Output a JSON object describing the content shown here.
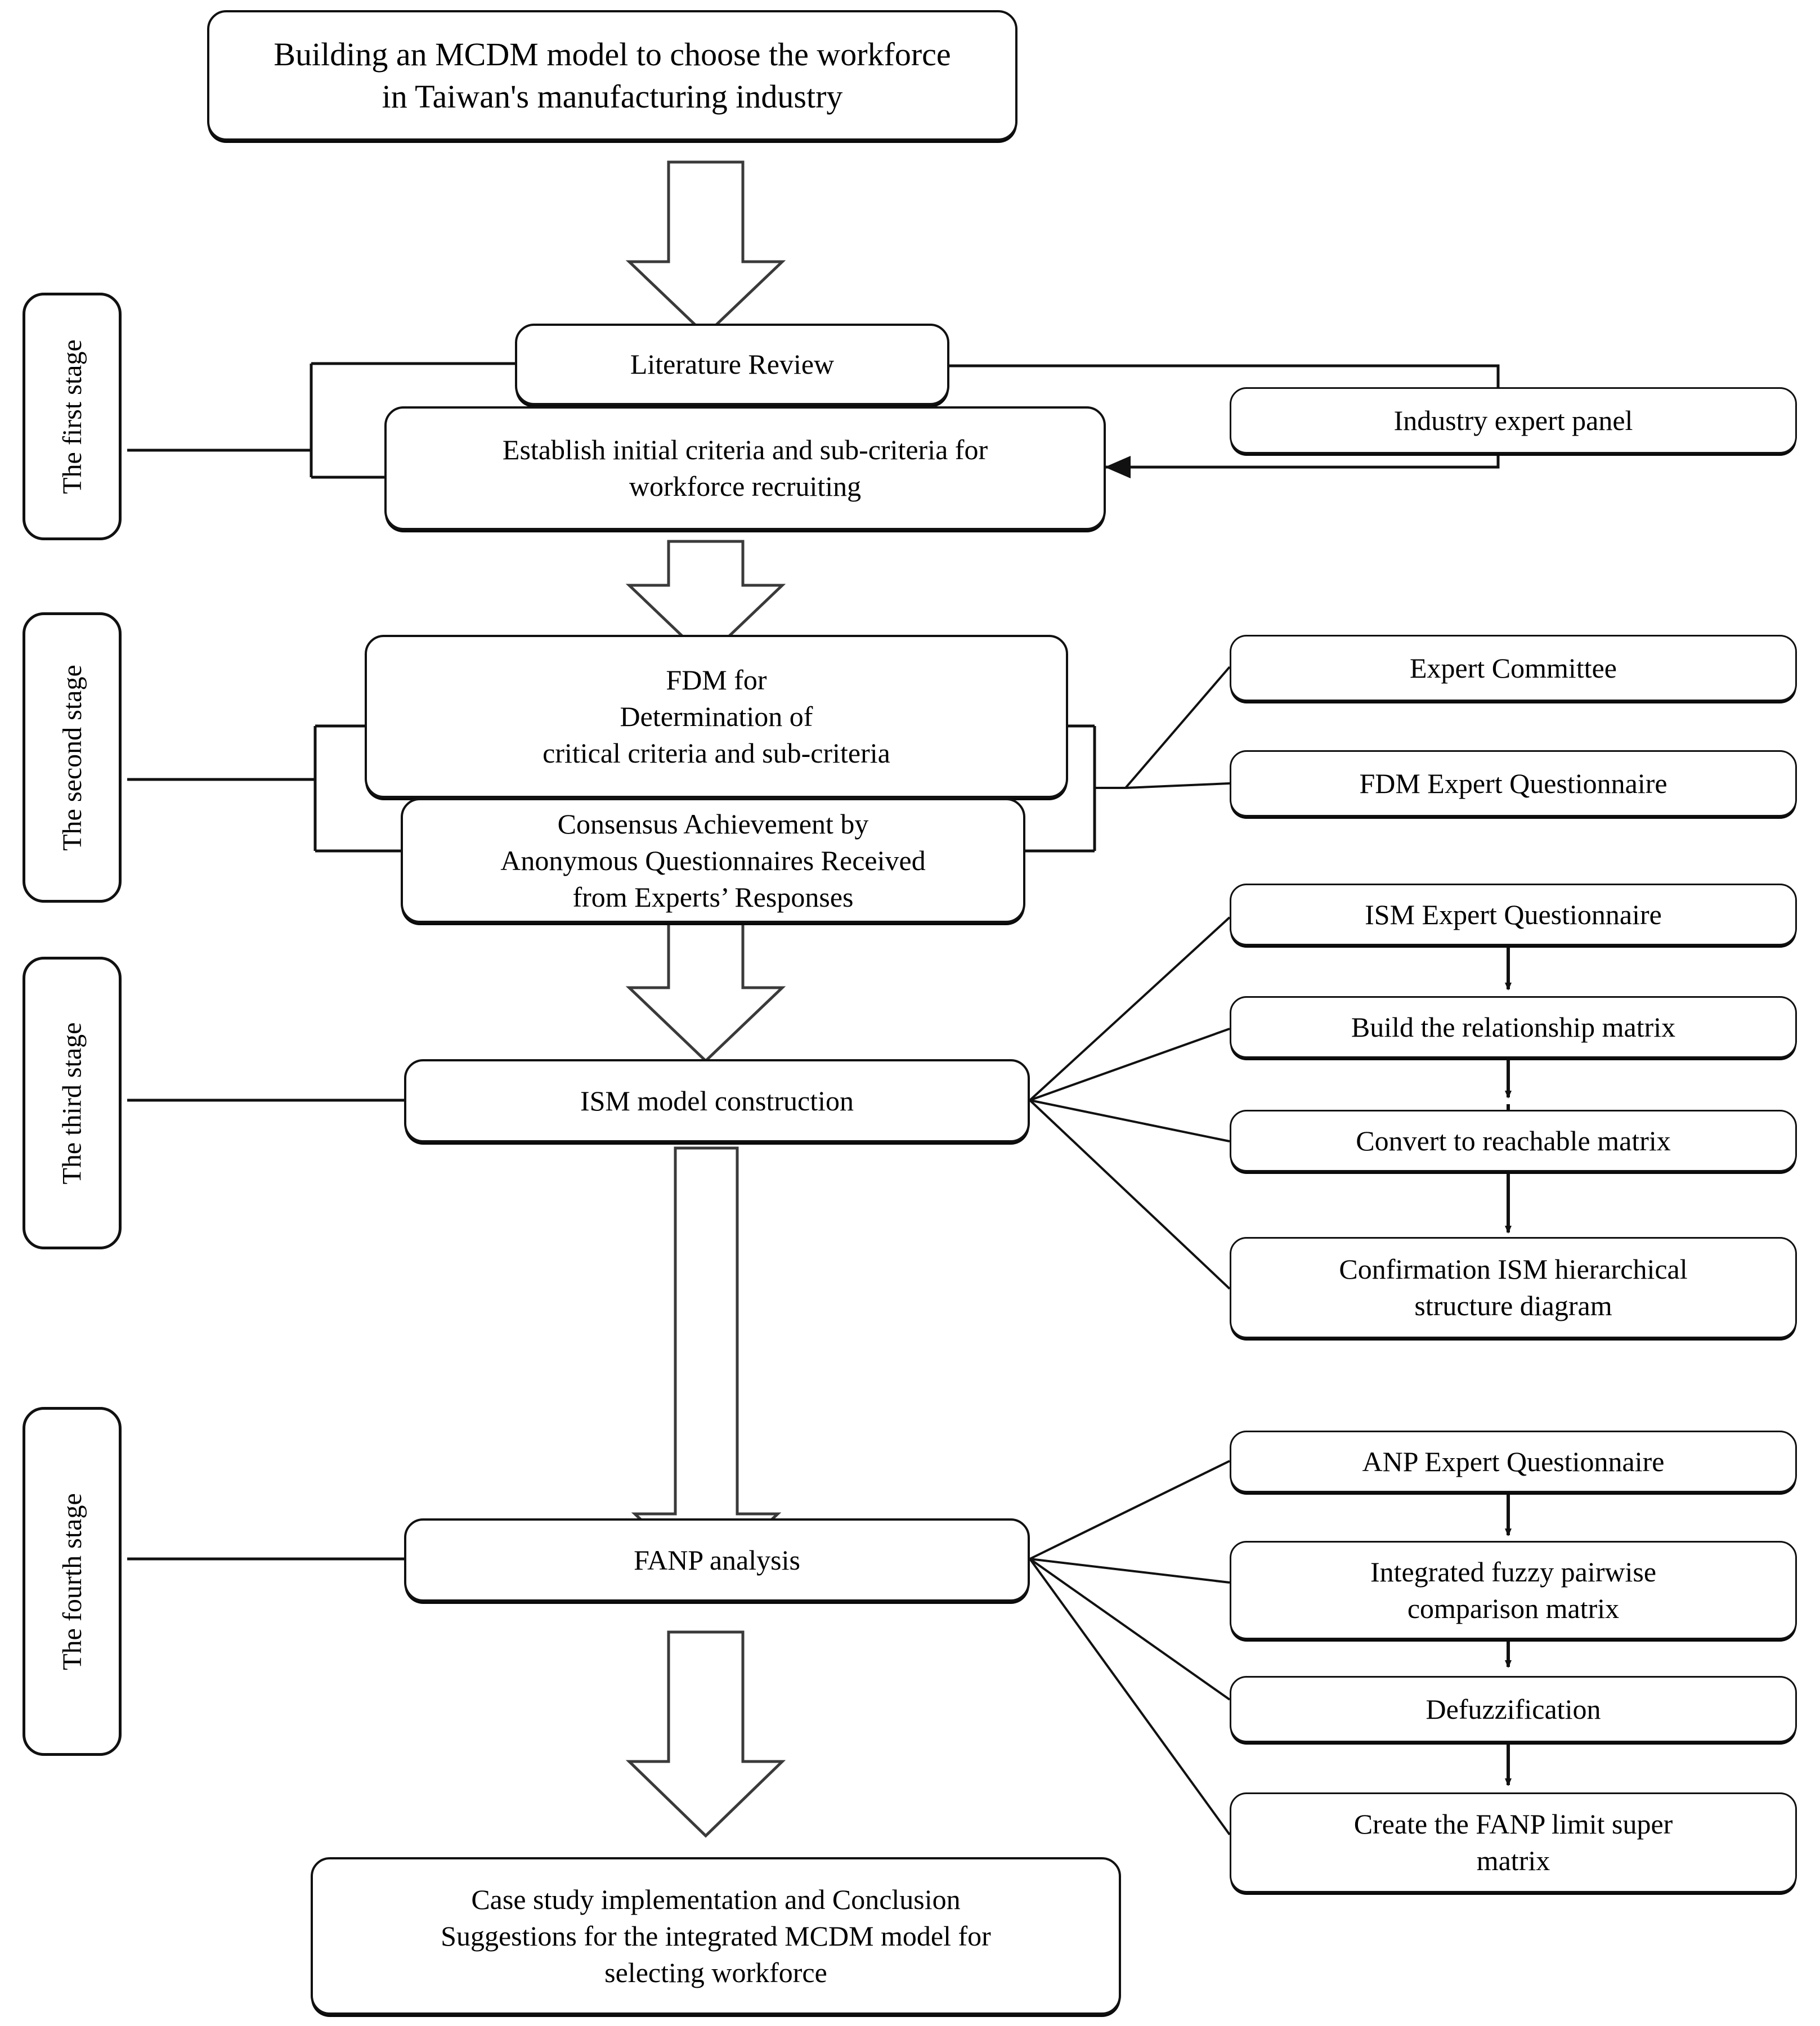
{
  "diagram": {
    "title_box": {
      "label": "Building an MCDM model to choose the workforce\nin Taiwan's manufacturing industry"
    },
    "stage_labels": [
      {
        "id": "stage-1",
        "label": "The first stage"
      },
      {
        "id": "stage-2",
        "label": "The second stage"
      },
      {
        "id": "stage-3",
        "label": "The third stage"
      },
      {
        "id": "stage-4",
        "label": "The fourth stage"
      }
    ],
    "stage1": {
      "literature_review": "Literature Review",
      "establish_criteria": "Establish initial criteria and sub-criteria for\nworkforce recruiting",
      "industry_expert_panel": "Industry expert panel"
    },
    "stage2": {
      "fdm": "FDM for\nDetermination of\ncritical criteria and sub-criteria",
      "consensus": "Consensus Achievement by\nAnonymous Questionnaires Received\nfrom Experts’ Responses",
      "expert_committee": "Expert Committee",
      "fdm_questionnaire": "FDM Expert Questionnaire"
    },
    "stage3": {
      "ism_model": "ISM model construction",
      "steps": [
        "ISM Expert Questionnaire",
        "Build the relationship matrix",
        "Convert to reachable matrix",
        "Confirmation ISM hierarchical\nstructure diagram"
      ]
    },
    "stage4": {
      "fanp": "FANP analysis",
      "steps": [
        "ANP Expert Questionnaire",
        "Integrated fuzzy pairwise\ncomparison matrix",
        "Defuzzification",
        "Create the FANP limit super\nmatrix"
      ]
    },
    "conclusion": {
      "label": "Case study implementation and Conclusion\nSuggestions for the integrated MCDM model for\nselecting workforce"
    },
    "colors": {
      "stroke": "#111111",
      "background": "#ffffff",
      "text": "#000000"
    }
  }
}
